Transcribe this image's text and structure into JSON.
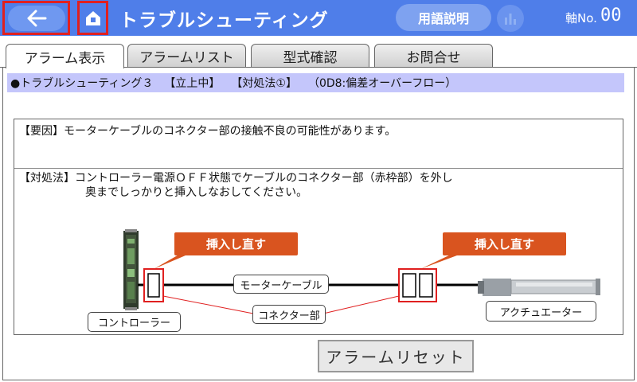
{
  "header": {
    "title": "トラブルシューティング",
    "glossary_label": "用語説明",
    "axis_label": "軸No.",
    "axis_value": "00",
    "accent_color": "#4f7ee9"
  },
  "tabs": [
    {
      "label": "アラーム表示",
      "active": true
    },
    {
      "label": "アラームリスト",
      "active": false
    },
    {
      "label": "型式確認",
      "active": false
    },
    {
      "label": "お問合せ",
      "active": false
    }
  ],
  "status": {
    "item1": "●トラブルシューティング３",
    "item2": "【立上中】",
    "item3": "【対処法①】",
    "item4": "（0D8:偏差オーバーフロー）"
  },
  "cause": "【要因】モーターケーブルのコネクター部の接触不良の可能性があります。",
  "solution": {
    "line1": "【対処法】コントローラー電源ＯＦＦ状態でケーブルのコネクター部（赤枠部）を外し",
    "line2": "奥までしっかりと挿入しなおしてください。"
  },
  "diagram": {
    "callout_left": "挿入し直す",
    "callout_right": "挿入し直す",
    "cable_label": "モーターケーブル",
    "connector_label": "コネクター部",
    "controller_label": "コントローラー",
    "actuator_label": "アクチュエーター",
    "callout_color": "#d9541f",
    "highlight_color": "#e02020"
  },
  "reset_button": "アラームリセット"
}
